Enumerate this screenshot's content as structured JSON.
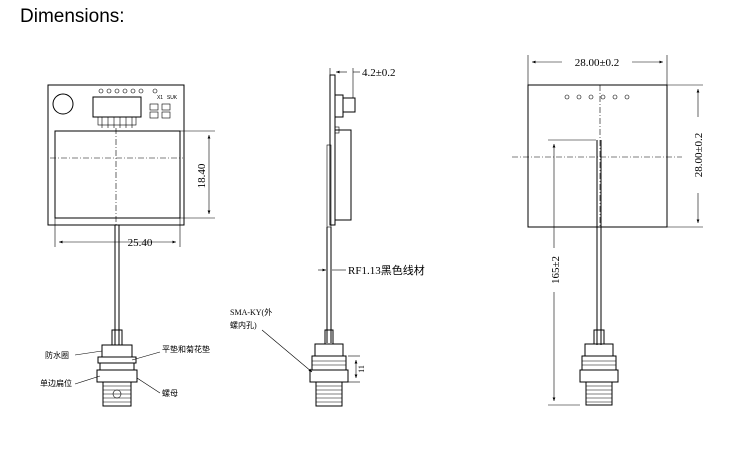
{
  "title": "Dimensions:",
  "front_view": {
    "height_dim": "18.40",
    "width_dim": "25.40",
    "pcb_mark_1": "X1",
    "pcb_mark_2": "SUK",
    "callout_waterproof": "防水圈",
    "callout_washer": "平垫和菊花垫",
    "callout_flat": "单边扁位",
    "callout_nut": "螺母"
  },
  "side_view": {
    "thickness_dim": "4.2±0.2",
    "cable_label": "RF1.13黑色线材",
    "connector_label_line1": "SMA-KY(外",
    "connector_label_line2": "螺内孔)",
    "nut_dim": "11"
  },
  "back_view": {
    "width_dim": "28.00±0.2",
    "height_dim": "28.00±0.2",
    "cable_length_dim": "165±2"
  }
}
